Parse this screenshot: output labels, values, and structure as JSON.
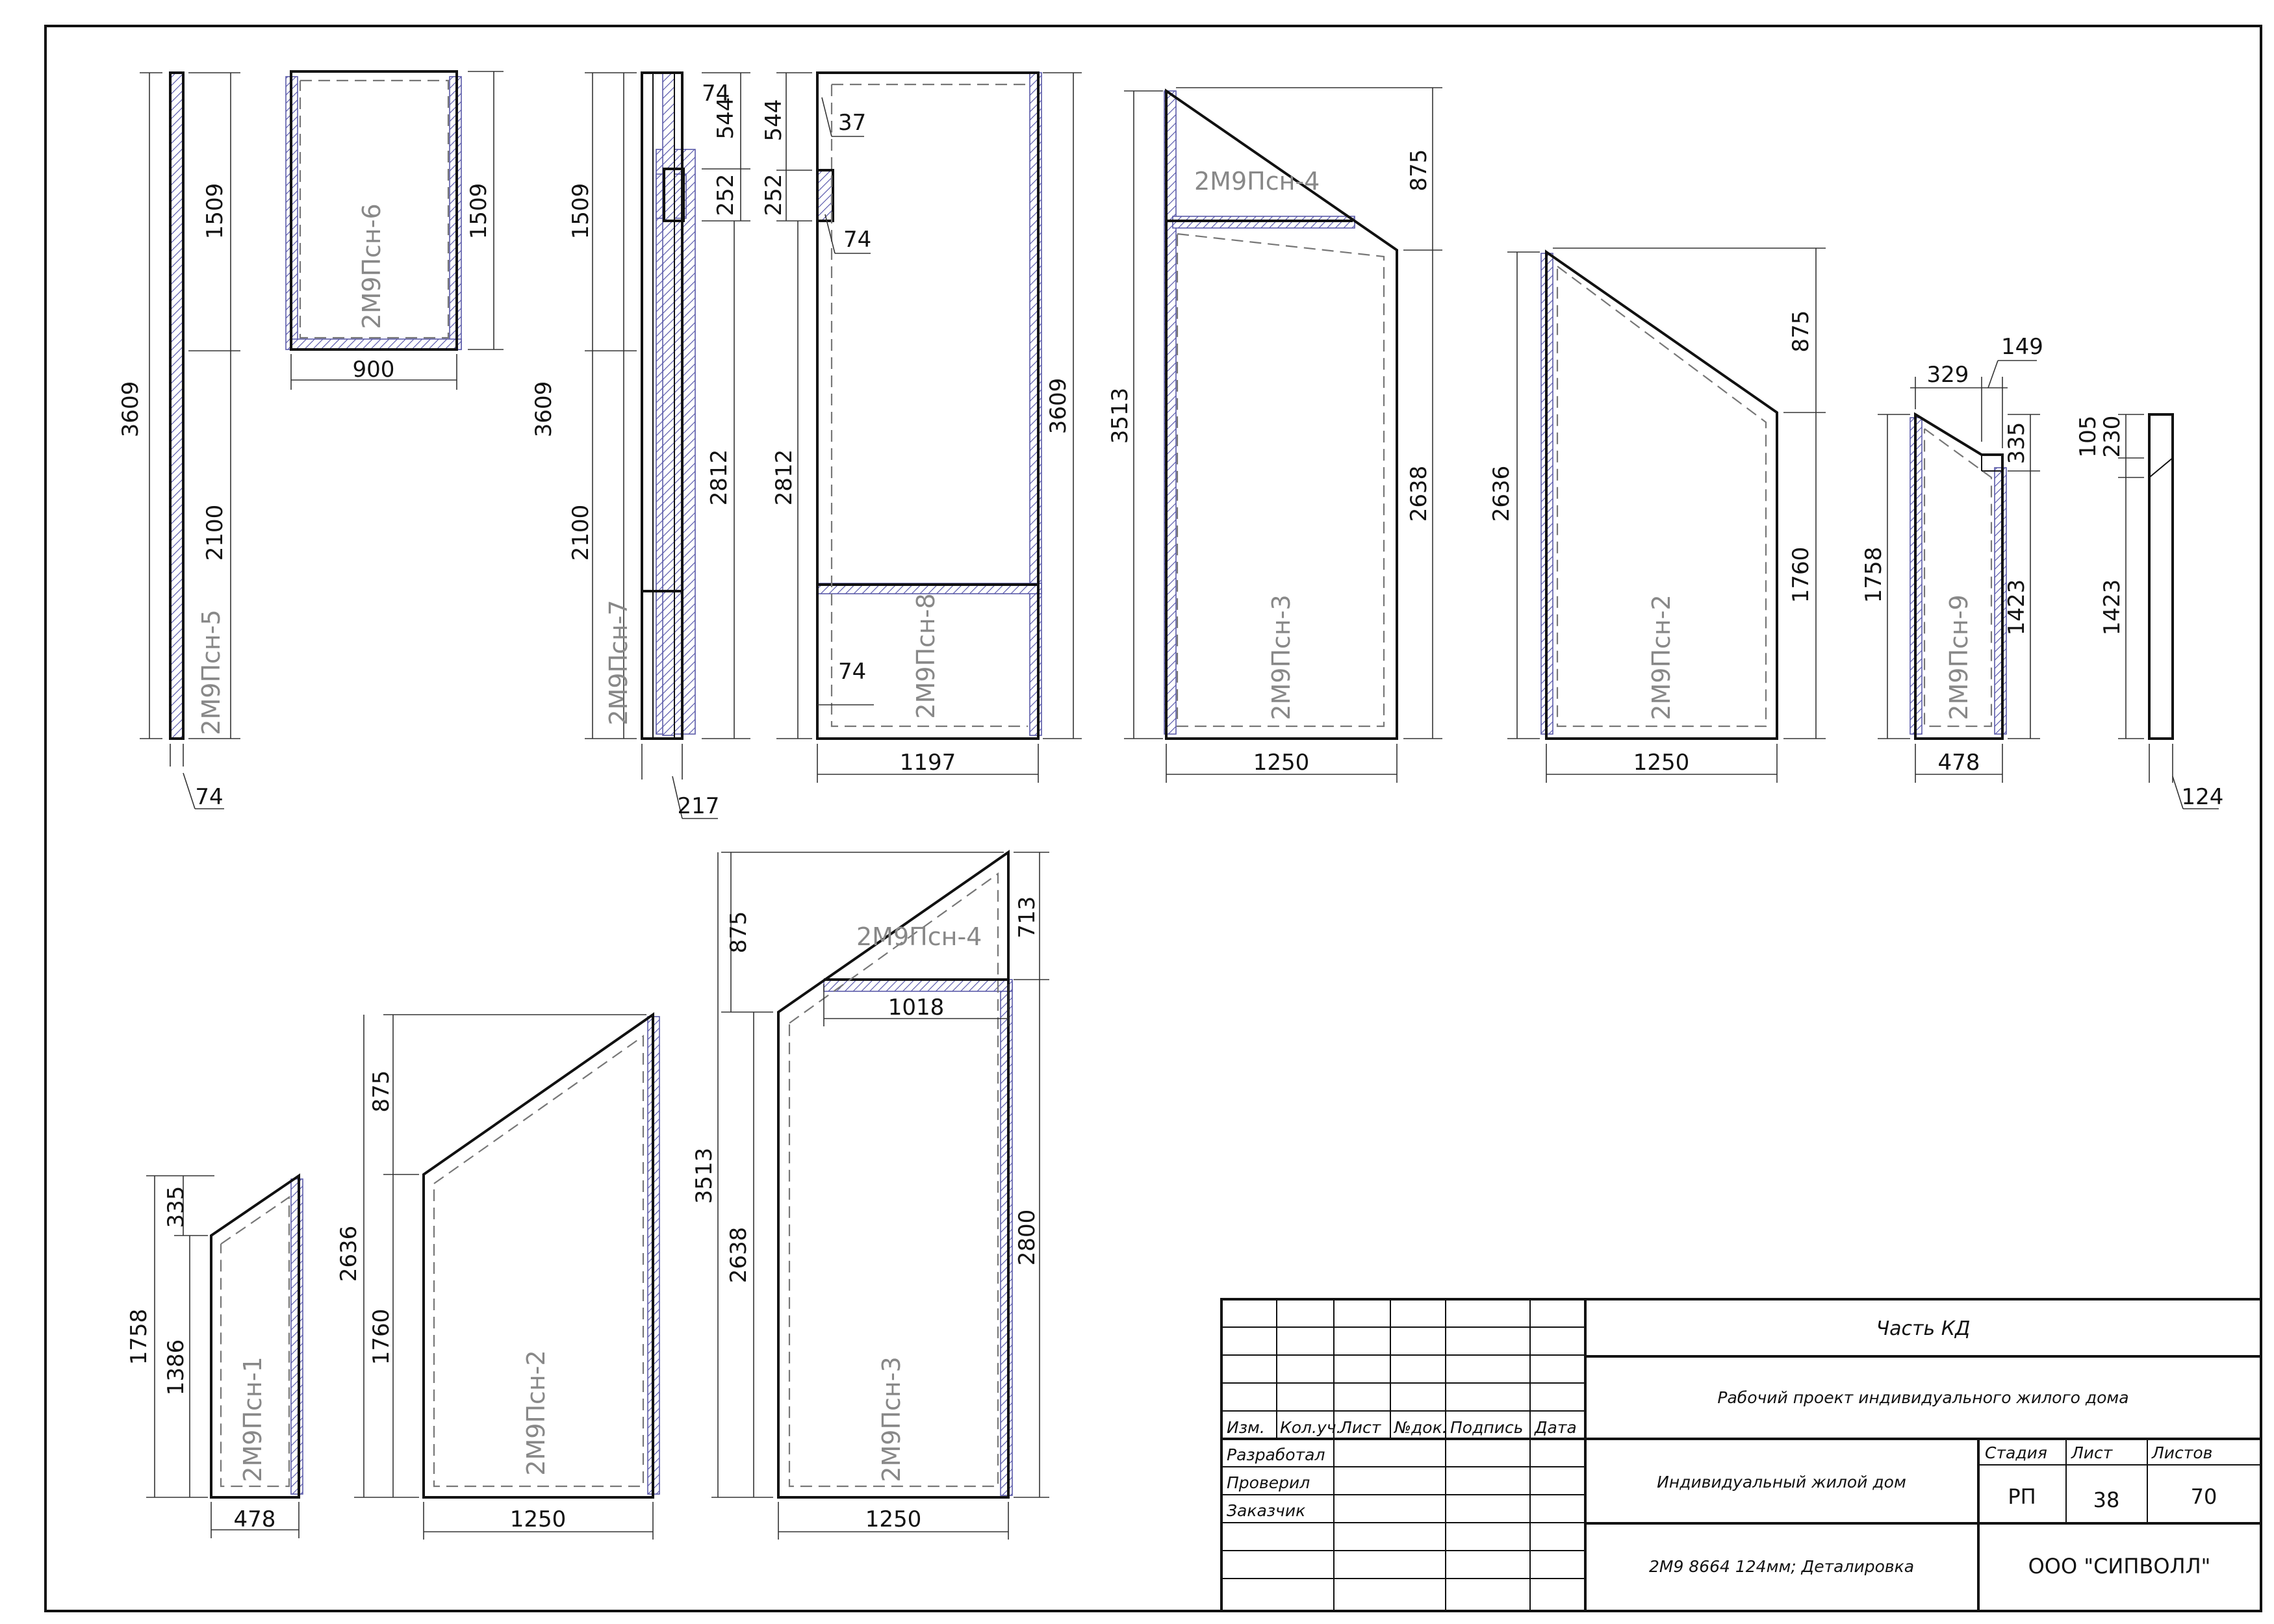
{
  "panels_top": {
    "p5": {
      "label": "2М9Псн-5",
      "dims": {
        "h_total": "3609",
        "h_top": "1509",
        "h_bottom": "2100",
        "w": "74"
      }
    },
    "p6": {
      "label": "2М9Псн-6",
      "dims": {
        "h_right": "1509",
        "w": "900"
      }
    },
    "p7": {
      "label": "2М9Псн-7",
      "dims": {
        "h_total": "3609",
        "h_top": "1509",
        "h_bottom": "2100",
        "a": "74",
        "b": "544",
        "c": "252",
        "h_right": "2812",
        "w": "217"
      }
    },
    "p8": {
      "label": "2М9Псн-8",
      "dims": {
        "a": "544",
        "b": "37",
        "c": "252",
        "d": "74",
        "h_left": "2812",
        "e": "74",
        "h_right": "3609",
        "w": "1197"
      }
    },
    "p3": {
      "label": "2М9Псн-3",
      "sub": "2М9Псн-4",
      "dims": {
        "h_left": "3513",
        "h_top": "875",
        "h_right": "2638",
        "w": "1250"
      }
    },
    "p2": {
      "label": "2М9Псн-2",
      "dims": {
        "h_left": "2636",
        "h_top": "875",
        "h_right": "1760",
        "w": "1250"
      }
    },
    "p9": {
      "label": "2М9Псн-9",
      "dims": {
        "a": "329",
        "b": "149",
        "c": "335",
        "h_left": "1758",
        "h_right": "1423",
        "w": "478"
      }
    },
    "side": {
      "dims": {
        "a": "105",
        "b": "230",
        "h": "1423",
        "w": "124"
      }
    }
  },
  "panels_bottom": {
    "p1": {
      "label": "2М9Псн-1",
      "dims": {
        "a": "335",
        "h_left": "1758",
        "h_inner": "1386",
        "w": "478"
      }
    },
    "p2": {
      "label": "2М9Псн-2",
      "dims": {
        "a": "875",
        "h_left": "2636",
        "h_inner": "1760",
        "w": "1250"
      }
    },
    "p3": {
      "label": "2М9Псн-3",
      "sub": "2М9Псн-4",
      "dims": {
        "a": "875",
        "h_left": "3513",
        "h_inner": "2638",
        "b": "713",
        "w_top": "1018",
        "h_right": "2800",
        "w": "1250"
      }
    }
  },
  "title_block": {
    "headers": [
      "Изм.",
      "Кол.уч.",
      "Лист",
      "№док.",
      "Подпись",
      "Дата"
    ],
    "roles": [
      "Разработал",
      "Проверил",
      "Заказчик"
    ],
    "section": "Часть КД",
    "project": "Рабочий проект индивидуального жилого дома",
    "object": "Индивидуальный жилой дом",
    "sheet_title": "2М9 8664 124мм; Деталировка",
    "col_stage": "Стадия",
    "col_sheet": "Лист",
    "col_sheets": "Листов",
    "stage": "РП",
    "sheet": "38",
    "sheets": "70",
    "company": "ООО \"СИПВОЛЛ\""
  }
}
